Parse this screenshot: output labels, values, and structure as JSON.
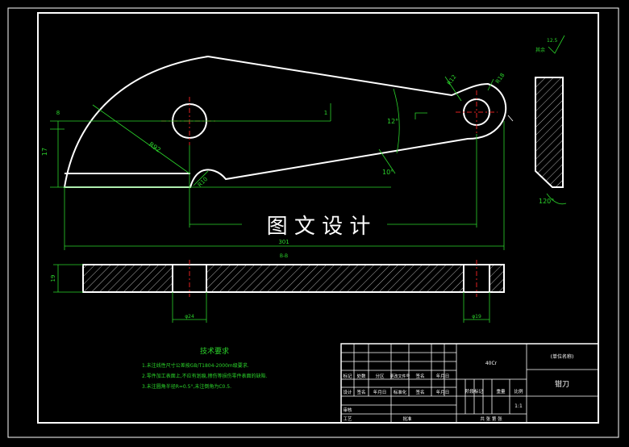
{
  "watermark": "图 文 设 计",
  "dimensions": {
    "overall_length": "301",
    "section_label": "B-B",
    "height_left": "17",
    "thickness": "19",
    "diameter_left": "φ24",
    "diameter_right": "φ19",
    "radius_top": "R12",
    "radius_right": "R18",
    "radius_notch": "R10",
    "radius_arc": "R92",
    "angle_upper": "12°",
    "angle_lower": "10°",
    "angle_blade": "120°",
    "roughness": "12.5",
    "roughness_prefix": "其余",
    "small_left": "8",
    "small_mid": "1"
  },
  "tech_requirements": {
    "title": "技术要求",
    "items": [
      "1.未注线性尺寸公差按GB/T1804-2000m级要求.",
      "2.零件加工表面上,不应有划痕,擦伤等损伤零件表面的缺陷.",
      "3.未注圆角半径R=0.5°,未注倒角为C0.5."
    ]
  },
  "title_block": {
    "material": "40Cr",
    "org": "(单位名称)",
    "part_name": "钳刀",
    "scale": "1:1",
    "headers": [
      "标记",
      "处数",
      "分区",
      "更改文件号",
      "签名",
      "年月日"
    ],
    "row_design": [
      "设计",
      "签名",
      "年月日",
      "标准化",
      "签名",
      "年月日"
    ],
    "col_stage": "阶段标记",
    "col_weight": "重量",
    "col_ratio": "比例",
    "row_review": "审核",
    "row_craft": "工艺",
    "row_approve": "批准",
    "sheet_info": "共 张 第 张"
  }
}
